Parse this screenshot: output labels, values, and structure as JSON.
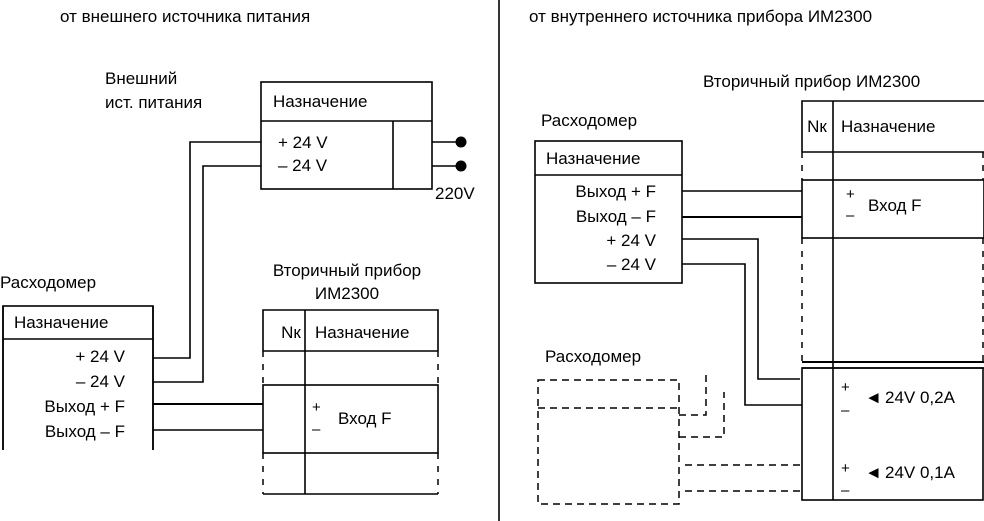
{
  "left_panel": {
    "title": "от внешнего источника питания",
    "power_supply": {
      "label_line1": "Внешний",
      "label_line2": "ист. питания",
      "header": "Назначение",
      "terminals": [
        "+ 24 V",
        "– 24 V"
      ],
      "mains_label": "220V"
    },
    "flowmeter": {
      "label": "Расходомер",
      "header": "Назначение",
      "terminals": [
        "+ 24 V",
        "– 24 V",
        "Выход + F",
        "Выход – F"
      ]
    },
    "secondary_device": {
      "label_line1": "Вторичный прибор",
      "label_line2": "ИМ2300",
      "col_nk": "Nк",
      "col_purpose": "Назначение",
      "input_plus": "+",
      "input_minus": "–",
      "input_label": "Вход F"
    }
  },
  "right_panel": {
    "title": "от внутреннего источника прибора ИМ2300",
    "secondary_device": {
      "label": "Вторичный прибор ИМ2300",
      "col_nk": "Nк",
      "col_purpose": "Назначение",
      "input_plus": "+",
      "input_minus": "–",
      "input_label": "Вход F",
      "supplies": [
        {
          "plus": "+",
          "minus": "–",
          "arrow": "◄",
          "label": "24V 0,2A"
        },
        {
          "plus": "+",
          "minus": "–",
          "arrow": "◄",
          "label": "24V 0,1A"
        }
      ]
    },
    "flowmeter": {
      "label": "Расходомер",
      "header": "Назначение",
      "terminals": [
        "Выход + F",
        "Выход – F",
        "+ 24 V",
        "– 24 V"
      ]
    },
    "flowmeter_optional": {
      "label": "Расходомер"
    }
  }
}
